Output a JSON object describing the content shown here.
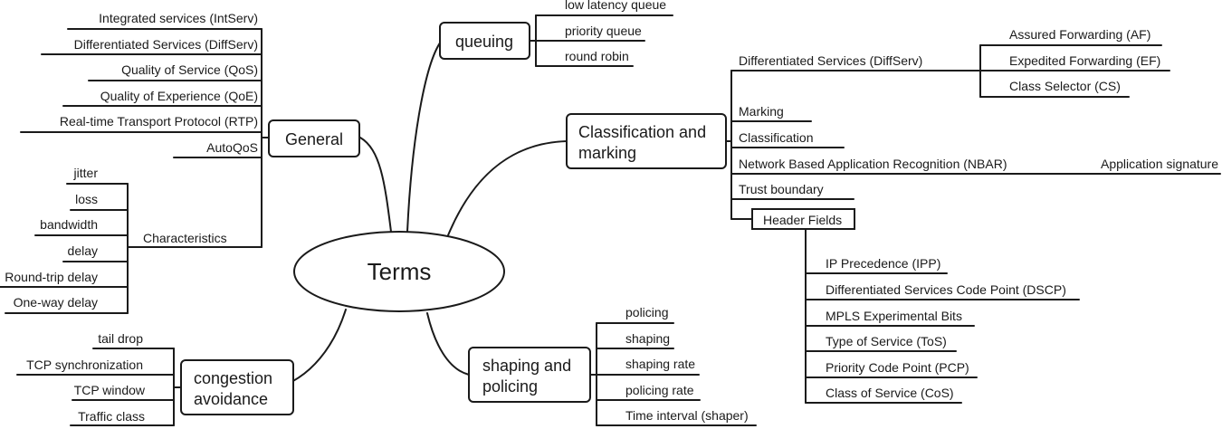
{
  "center": {
    "label": "Terms"
  },
  "general": {
    "label": "General",
    "items": [
      "Integrated services (IntServ)",
      "Differentiated Services (DiffServ)",
      "Quality of Service (QoS)",
      "Quality of Experience (QoE)",
      "Real-time Transport Protocol (RTP)",
      "AutoQoS"
    ],
    "characteristics": {
      "label": "Characteristics",
      "items": [
        "jitter",
        "loss",
        "bandwidth",
        "delay",
        "Round-trip delay",
        "One-way delay"
      ]
    }
  },
  "queuing": {
    "label": "queuing",
    "items": [
      "low latency queue",
      "priority queue",
      "round robin"
    ]
  },
  "classification": {
    "label_line1": "Classification and",
    "label_line2": "marking",
    "diffserv": {
      "label": "Differentiated Services (DiffServ)",
      "items": [
        "Assured Forwarding (AF)",
        "Expedited Forwarding (EF)",
        "Class Selector (CS)"
      ]
    },
    "items": [
      "Marking",
      "Classification"
    ],
    "nbar": {
      "label": "Network Based Application Recognition (NBAR)",
      "child": "Application signature"
    },
    "trust": "Trust boundary",
    "header_fields": {
      "label": "Header Fields",
      "items": [
        "IP Precedence (IPP)",
        "Differentiated Services Code Point (DSCP)",
        "MPLS Experimental Bits",
        "Type of Service (ToS)",
        "Priority Code Point (PCP)",
        "Class of Service (CoS)"
      ]
    }
  },
  "shaping": {
    "label_line1": "shaping and",
    "label_line2": "policing",
    "items": [
      "policing",
      "shaping",
      "shaping rate",
      "policing rate",
      "Time interval (shaper)"
    ]
  },
  "congestion": {
    "label_line1": "congestion",
    "label_line2": "avoidance",
    "items": [
      "tail drop",
      "TCP synchronization",
      "TCP window",
      "Traffic class"
    ]
  }
}
